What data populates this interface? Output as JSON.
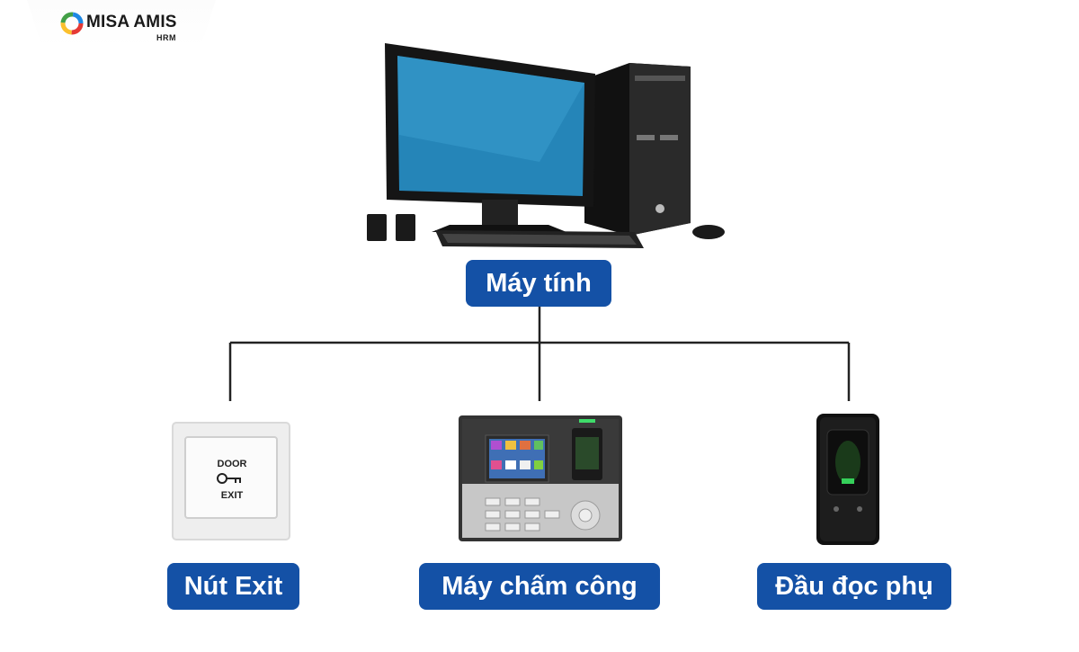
{
  "brand": {
    "name": "MISA AMIS",
    "sub": "HRM"
  },
  "nodes": {
    "computer": "Máy tính",
    "exit_button": "Nút Exit",
    "time_clock": "Máy chấm công",
    "reader": "Đầu đọc phụ"
  },
  "device_text": {
    "door": "DOOR",
    "exit": "EXIT"
  },
  "colors": {
    "label_bg": "#1451a6",
    "label_text": "#ffffff",
    "connector": "#222222"
  },
  "icons": [
    "computer-icon",
    "exit-button-icon",
    "time-clock-icon",
    "fingerprint-reader-icon"
  ]
}
